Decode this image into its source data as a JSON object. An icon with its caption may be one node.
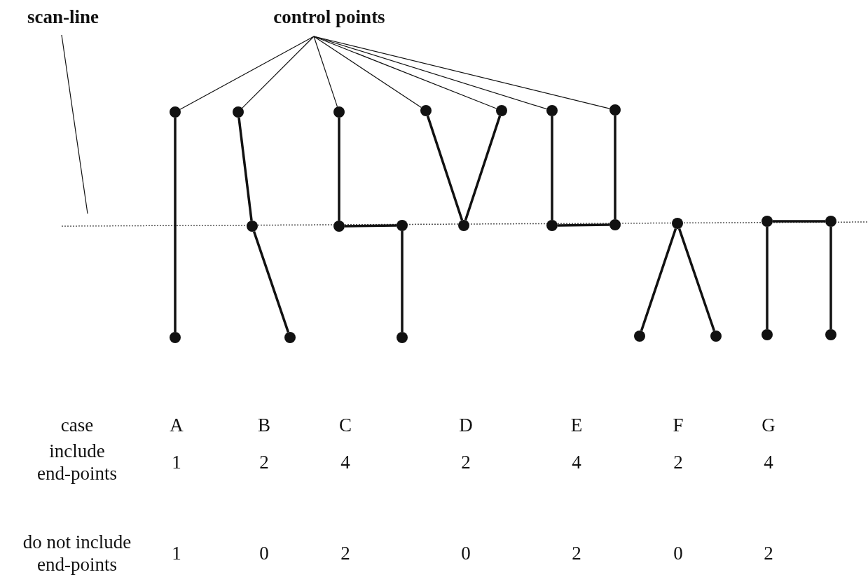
{
  "diagram": {
    "nodes": [
      {
        "text": [
          "scan-line"
        ]
      },
      {
        "text": [
          "control points"
        ]
      },
      {
        "text": [],
        "shape": "circle"
      },
      {
        "text": [],
        "shape": "circle"
      },
      {
        "text": [],
        "shape": "circle"
      },
      {
        "text": [],
        "shape": "circle"
      },
      {
        "text": [],
        "shape": "circle"
      },
      {
        "text": [],
        "shape": "circle"
      },
      {
        "text": [],
        "shape": "circle"
      },
      {
        "text": [],
        "shape": "circle"
      },
      {
        "text": [],
        "shape": "circle"
      },
      {
        "text": [],
        "shape": "circle"
      },
      {
        "text": [],
        "shape": "circle"
      },
      {
        "text": [],
        "shape": "circle"
      },
      {
        "text": [],
        "shape": "circle"
      },
      {
        "text": [],
        "shape": "circle"
      },
      {
        "text": [],
        "shape": "circle"
      },
      {
        "text": [],
        "shape": "circle"
      },
      {
        "text": [],
        "shape": "circle"
      },
      {
        "text": [],
        "shape": "circle"
      },
      {
        "text": [],
        "shape": "circle"
      },
      {
        "text": [],
        "shape": "circle"
      },
      {
        "text": [],
        "shape": "circle"
      },
      {
        "text": [],
        "shape": "circle"
      },
      {
        "text": [],
        "shape": "circle"
      }
    ],
    "edges": [
      {
        "from": 0,
        "to": null,
        "arrow": "none"
      },
      {
        "from": 1,
        "to": 2,
        "arrow": "none"
      },
      {
        "from": 1,
        "to": 4,
        "arrow": "none"
      },
      {
        "from": 1,
        "to": 7,
        "arrow": "none"
      },
      {
        "from": 1,
        "to": 11,
        "arrow": "none"
      },
      {
        "from": 1,
        "to": 13,
        "arrow": "none"
      },
      {
        "from": 1,
        "to": 14,
        "arrow": "none"
      },
      {
        "from": 1,
        "to": 17,
        "arrow": "none"
      },
      {
        "from": 2,
        "to": 3,
        "arrow": "none"
      },
      {
        "from": 4,
        "to": 5,
        "arrow": "none"
      },
      {
        "from": 5,
        "to": 6,
        "arrow": "none"
      },
      {
        "from": 7,
        "to": 8,
        "arrow": "none"
      },
      {
        "from": 8,
        "to": 9,
        "arrow": "none"
      },
      {
        "from": 9,
        "to": 10,
        "arrow": "none"
      },
      {
        "from": 11,
        "to": 12,
        "arrow": "none"
      },
      {
        "from": 12,
        "to": 13,
        "arrow": "none"
      },
      {
        "from": 14,
        "to": 15,
        "arrow": "none"
      },
      {
        "from": 15,
        "to": 16,
        "arrow": "none"
      },
      {
        "from": 16,
        "to": 17,
        "arrow": "none"
      },
      {
        "from": 18,
        "to": 19,
        "arrow": "none"
      },
      {
        "from": 18,
        "to": 20,
        "arrow": "none"
      },
      {
        "from": 21,
        "to": 22,
        "arrow": "none"
      },
      {
        "from": 21,
        "to": 23,
        "arrow": "none"
      },
      {
        "from": 22,
        "to": 24,
        "arrow": "none"
      }
    ],
    "labels": [
      "case",
      "A",
      "B",
      "C",
      "D",
      "E",
      "F",
      "G",
      "include end-points",
      "1",
      "2",
      "4",
      "2",
      "4",
      "2",
      "4",
      "do not include end-points",
      "1",
      "0",
      "2",
      "0",
      "2",
      "0",
      "2"
    ]
  }
}
